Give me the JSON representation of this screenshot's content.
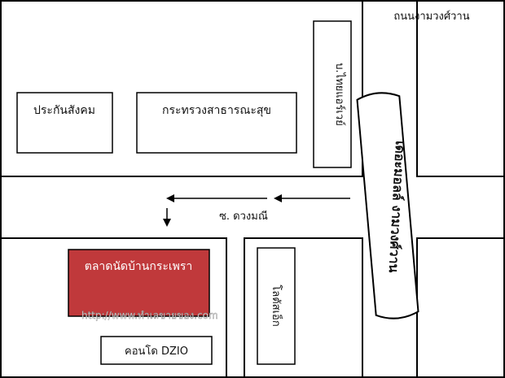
{
  "map": {
    "roads": {
      "main_road": "ถนนงามวงศ์วาน",
      "soi": "ซ. ดวงมณี"
    },
    "buildings": {
      "social_security": "ประกันสังคม",
      "ministry_of_health": "กระทรวงสาธารณะสุข",
      "mall": "เดอะมอลล์ งามวงศ์วาน",
      "market": "ตลาดนัดบ้านกระเพรา",
      "condo": "คอนโด DZIO",
      "top_right_block": "บ.ไทยแอร์เวย์",
      "lotus": "โลตัสเอ็ก"
    },
    "watermark": "http://www.ทำเลขายของ.com"
  },
  "colors": {
    "market_fill": "#c0393b",
    "market_text": "#ffffff",
    "line": "#000000"
  }
}
